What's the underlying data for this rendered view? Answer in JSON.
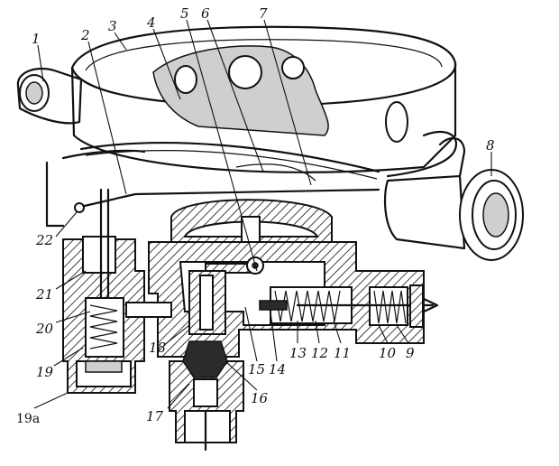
{
  "figure_label": "19а",
  "callouts": [
    {
      "id": "c1",
      "text": "1"
    },
    {
      "id": "c2",
      "text": "2"
    },
    {
      "id": "c3",
      "text": "3"
    },
    {
      "id": "c4",
      "text": "4"
    },
    {
      "id": "c5",
      "text": "5"
    },
    {
      "id": "c6",
      "text": "6"
    },
    {
      "id": "c7",
      "text": "7"
    },
    {
      "id": "c8",
      "text": "8"
    },
    {
      "id": "c9",
      "text": "9"
    },
    {
      "id": "c10",
      "text": "10"
    },
    {
      "id": "c11",
      "text": "11"
    },
    {
      "id": "c12",
      "text": "12"
    },
    {
      "id": "c13",
      "text": "13"
    },
    {
      "id": "c14",
      "text": "14"
    },
    {
      "id": "c15",
      "text": "15"
    },
    {
      "id": "c16",
      "text": "16"
    },
    {
      "id": "c17",
      "text": "17"
    },
    {
      "id": "c18",
      "text": "18"
    },
    {
      "id": "c19",
      "text": "19"
    },
    {
      "id": "c20",
      "text": "20"
    },
    {
      "id": "c21",
      "text": "21"
    },
    {
      "id": "c22",
      "text": "22"
    }
  ]
}
